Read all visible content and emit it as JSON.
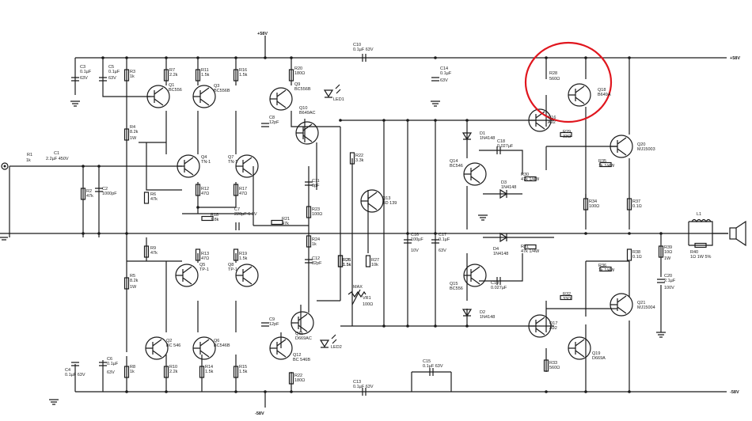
{
  "rails": {
    "pos_top": "+58V",
    "pos_right": "+58V",
    "neg_bottom": "-58V",
    "neg_right": "-58V"
  },
  "input": {
    "r1_name": "R1",
    "r1_value": "1k",
    "c1_name": "C1",
    "c1_value": "2.2µF 450V"
  },
  "resistors": [
    {
      "id": "r2",
      "name": "R2",
      "value": "47k"
    },
    {
      "id": "r3",
      "name": "R3",
      "value": "1k"
    },
    {
      "id": "r4",
      "name": "R4",
      "value": "8.2k"
    },
    {
      "id": "r4w",
      "name": "",
      "value": "1W"
    },
    {
      "id": "r5",
      "name": "R5",
      "value": "8.2k"
    },
    {
      "id": "r5w",
      "name": "",
      "value": "1W"
    },
    {
      "id": "r6",
      "name": "R6",
      "value": "47k"
    },
    {
      "id": "r7",
      "name": "R7",
      "value": "2.2k"
    },
    {
      "id": "r8",
      "name": "R8",
      "value": "1k"
    },
    {
      "id": "r9",
      "name": "R9",
      "value": "47k"
    },
    {
      "id": "r10",
      "name": "R10",
      "value": "2.2k"
    },
    {
      "id": "r11",
      "name": "R11",
      "value": "1.5k"
    },
    {
      "id": "r12",
      "name": "R12",
      "value": "47Ω"
    },
    {
      "id": "r13",
      "name": "R13",
      "value": "47Ω"
    },
    {
      "id": "r14",
      "name": "R14",
      "value": "1.5k"
    },
    {
      "id": "r15",
      "name": "R15",
      "value": "1.5k"
    },
    {
      "id": "r16",
      "name": "R16",
      "value": "1.5k"
    },
    {
      "id": "r17",
      "name": "R17",
      "value": "47Ω"
    },
    {
      "id": "r18",
      "name": "R18",
      "value": "1.8k"
    },
    {
      "id": "r19",
      "name": "R19",
      "value": "1.5k"
    },
    {
      "id": "r20",
      "name": "R20",
      "value": "180Ω"
    },
    {
      "id": "r21",
      "name": "R21",
      "value": "47k"
    },
    {
      "id": "r22",
      "name": "R22",
      "value": "3.3k"
    },
    {
      "id": "r23",
      "name": "R23",
      "value": "100Ω"
    },
    {
      "id": "r24",
      "name": "R24",
      "value": "1k"
    },
    {
      "id": "r25",
      "name": "R25",
      "value": "1.5k"
    },
    {
      "id": "r26",
      "name": "R26",
      "value": "1.5k"
    },
    {
      "id": "r27",
      "name": "R27",
      "value": "10k"
    },
    {
      "id": "r28",
      "name": "R28",
      "value": "560Ω"
    },
    {
      "id": "r29",
      "name": "R29",
      "value": "33Ω"
    },
    {
      "id": "r30",
      "name": "R30",
      "value": "47k 1/4W"
    },
    {
      "id": "r31",
      "name": "R31",
      "value": "47k 1/4W"
    },
    {
      "id": "r32",
      "name": "R32",
      "value": "33Ω"
    },
    {
      "id": "r33",
      "name": "R33",
      "value": "560Ω"
    },
    {
      "id": "r34",
      "name": "R34",
      "value": "100Ω"
    },
    {
      "id": "r35",
      "name": "R35",
      "value": "1k 1/4W"
    },
    {
      "id": "r36",
      "name": "R36",
      "value": "1k 1/4W"
    },
    {
      "id": "r37",
      "name": "R37",
      "value": "0.1Ω"
    },
    {
      "id": "r38",
      "name": "R38",
      "value": "0.1Ω"
    },
    {
      "id": "r39",
      "name": "R39",
      "value": "10Ω"
    },
    {
      "id": "r39w",
      "name": "",
      "value": "1W"
    },
    {
      "id": "r40",
      "name": "R40",
      "value": "1Ω 1W 5%"
    },
    {
      "id": "r22b",
      "name": "R22",
      "value": "180Ω"
    }
  ],
  "capacitors": [
    {
      "id": "c2",
      "name": "C2",
      "value": "1000pF"
    },
    {
      "id": "c3",
      "name": "C3",
      "value": "0.1µF"
    },
    {
      "id": "c3v",
      "name": "",
      "value": "63V"
    },
    {
      "id": "c4",
      "name": "C4",
      "value": "0.1µF 63V"
    },
    {
      "id": "c5",
      "name": "C5",
      "value": "0.1µF"
    },
    {
      "id": "c5v",
      "name": "",
      "value": "63V"
    },
    {
      "id": "c6",
      "name": "C6",
      "value": "0.1µF"
    },
    {
      "id": "c6v",
      "name": "",
      "value": "63V"
    },
    {
      "id": "c7",
      "name": "C7",
      "value": "220µF 6.3V"
    },
    {
      "id": "c8",
      "name": "C8",
      "value": "12pF"
    },
    {
      "id": "c9",
      "name": "C9",
      "value": "12pF"
    },
    {
      "id": "c10",
      "name": "C10",
      "value": "0.1µF 63V"
    },
    {
      "id": "c11",
      "name": "C11",
      "value": "8pF"
    },
    {
      "id": "c12",
      "name": "C12",
      "value": "82pF"
    },
    {
      "id": "c13",
      "name": "C13",
      "value": "0.1µF 63V"
    },
    {
      "id": "c14",
      "name": "C14",
      "value": "0.1µF"
    },
    {
      "id": "c14v",
      "name": "",
      "value": "63V"
    },
    {
      "id": "c15",
      "name": "C15",
      "value": "0.1µF 63V"
    },
    {
      "id": "c16",
      "name": "C16",
      "value": "100µF"
    },
    {
      "id": "c16v",
      "name": "",
      "value": "10V"
    },
    {
      "id": "c17",
      "name": "C17",
      "value": "0.1µF"
    },
    {
      "id": "c17v",
      "name": "",
      "value": "63V"
    },
    {
      "id": "c18",
      "name": "C18",
      "value": "0.027µF"
    },
    {
      "id": "c19",
      "name": "C19",
      "value": "0.027µF"
    },
    {
      "id": "c20",
      "name": "C20",
      "value": "2.1µF"
    },
    {
      "id": "c20v",
      "name": "",
      "value": "100V"
    }
  ],
  "transistors": [
    {
      "id": "q1",
      "name": "Q1",
      "part": "BC556"
    },
    {
      "id": "q2",
      "name": "Q2",
      "part": "BC 546"
    },
    {
      "id": "q3",
      "name": "Q3",
      "part": "BC556B"
    },
    {
      "id": "q4",
      "name": "Q4",
      "part": "TN-1"
    },
    {
      "id": "q5",
      "name": "Q5",
      "part": "TP-1"
    },
    {
      "id": "q6",
      "name": "Q6",
      "part": "BC546B"
    },
    {
      "id": "q7",
      "name": "Q7",
      "part": "TN-1"
    },
    {
      "id": "q8",
      "name": "Q8",
      "part": "TP-1"
    },
    {
      "id": "q9",
      "name": "Q9",
      "part": "BC556B"
    },
    {
      "id": "q10",
      "name": "Q10",
      "part": "B649AC"
    },
    {
      "id": "q11",
      "name": "Q11",
      "part": "D669AC"
    },
    {
      "id": "q12",
      "name": "Q12",
      "part": "BC 546B"
    },
    {
      "id": "q13",
      "name": "Q13",
      "part": "BD 139"
    },
    {
      "id": "q14",
      "name": "Q14",
      "part": "BC546"
    },
    {
      "id": "q15",
      "name": "Q15",
      "part": "BC556"
    },
    {
      "id": "q16",
      "name": "Q16",
      "part": "A92"
    },
    {
      "id": "q17",
      "name": "Q17",
      "part": "A92"
    },
    {
      "id": "q18",
      "name": "Q18",
      "part": "B649A"
    },
    {
      "id": "q19",
      "name": "Q19",
      "part": "D669A"
    },
    {
      "id": "q20",
      "name": "Q20",
      "part": "MJ15003"
    },
    {
      "id": "q21",
      "name": "Q21",
      "part": "MJ15004"
    }
  ],
  "diodes": [
    {
      "id": "d1",
      "name": "D1",
      "part": "1N4148"
    },
    {
      "id": "d2",
      "name": "D2",
      "part": "1N4148"
    },
    {
      "id": "d3",
      "name": "D3",
      "part": "1N4148"
    },
    {
      "id": "d4",
      "name": "D4",
      "part": "1N4148"
    }
  ],
  "leds": [
    {
      "id": "led1",
      "name": "LED1"
    },
    {
      "id": "led2",
      "name": "LED2"
    }
  ],
  "vr1": {
    "name": "VR1",
    "value": "100Ω",
    "label": "MAX"
  },
  "inductor": {
    "name": "L1"
  },
  "colors": {
    "ink": "#1a1a1a",
    "highlight_circle": "#e0161e",
    "paper": "#ffffff"
  }
}
